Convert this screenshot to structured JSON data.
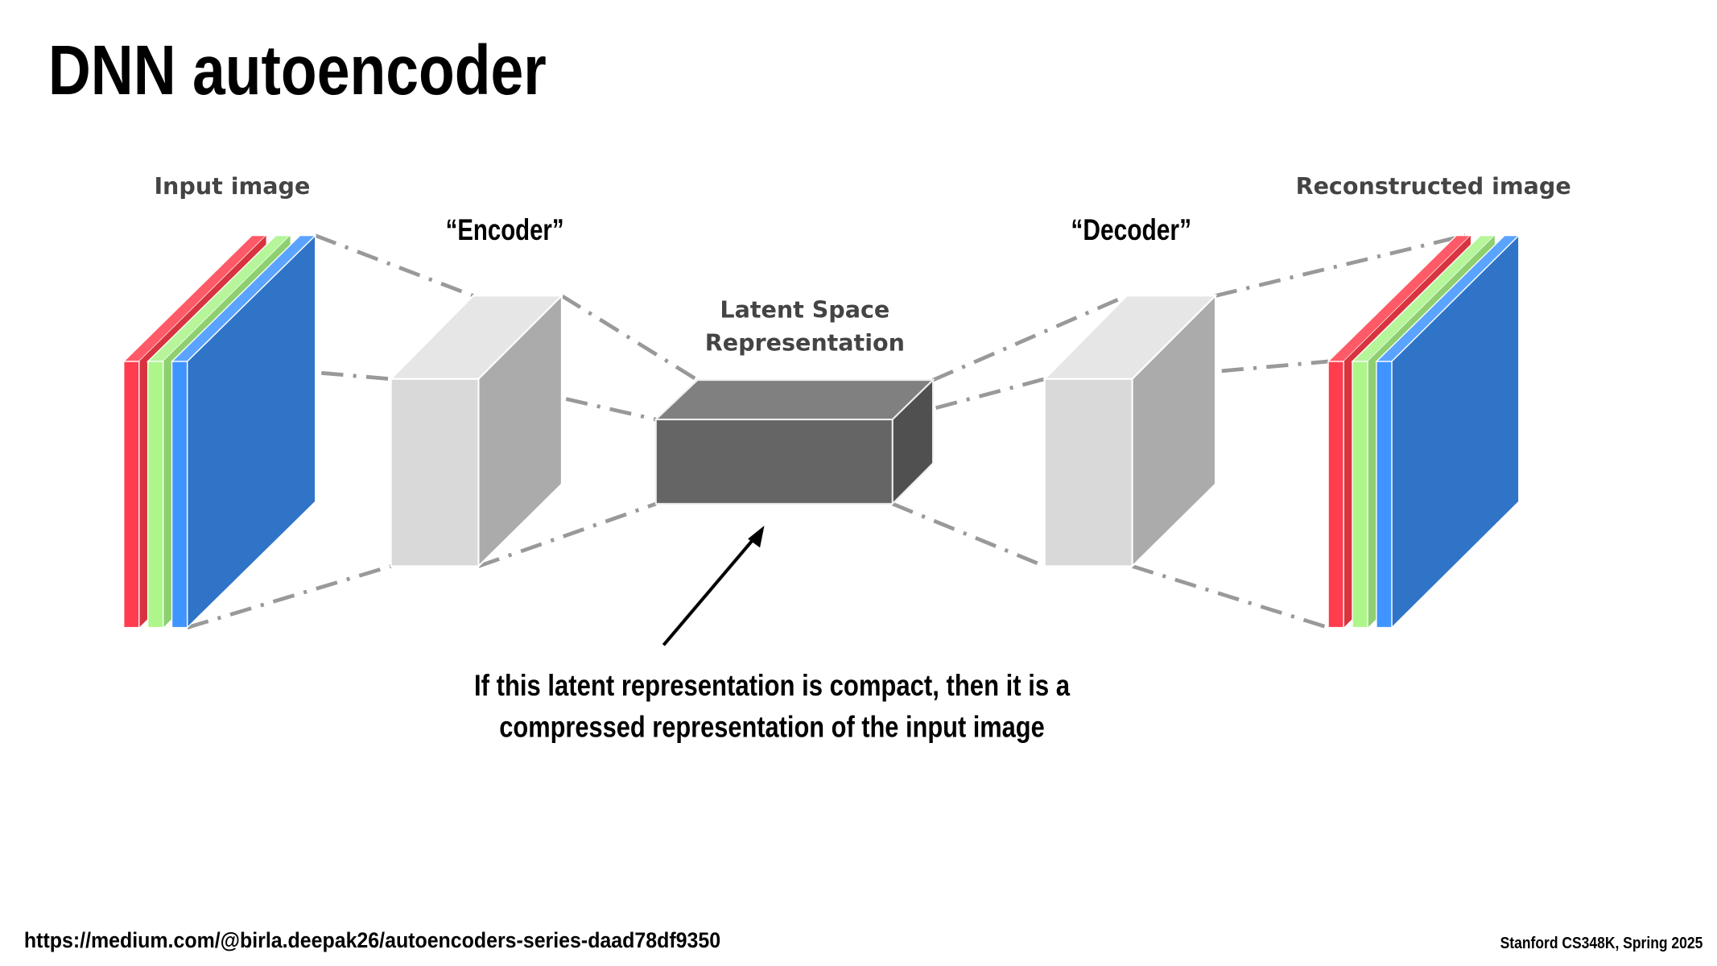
{
  "slide": {
    "title": "DNN autoencoder",
    "labels": {
      "input": "Input image",
      "encoder": "“Encoder”",
      "latent_line1": "Latent Space",
      "latent_line2": "Representation",
      "decoder": "“Decoder”",
      "output": "Reconstructed image"
    },
    "caption": {
      "line1": "If this latent representation is compact, then it is a",
      "line2": "compressed representation of the input image"
    },
    "source_url": "https://medium.com/@birla.deepak26/autoencoders-series-daad78df9350",
    "footer": "Stanford CS348K, Spring 2025"
  },
  "colors": {
    "red": "#ff3d4f",
    "green": "#aef68a",
    "blue_light": "#3f94ff",
    "blue_face": "#3074c8",
    "box_light": "#d9d9d9",
    "box_dark": "#656565"
  }
}
